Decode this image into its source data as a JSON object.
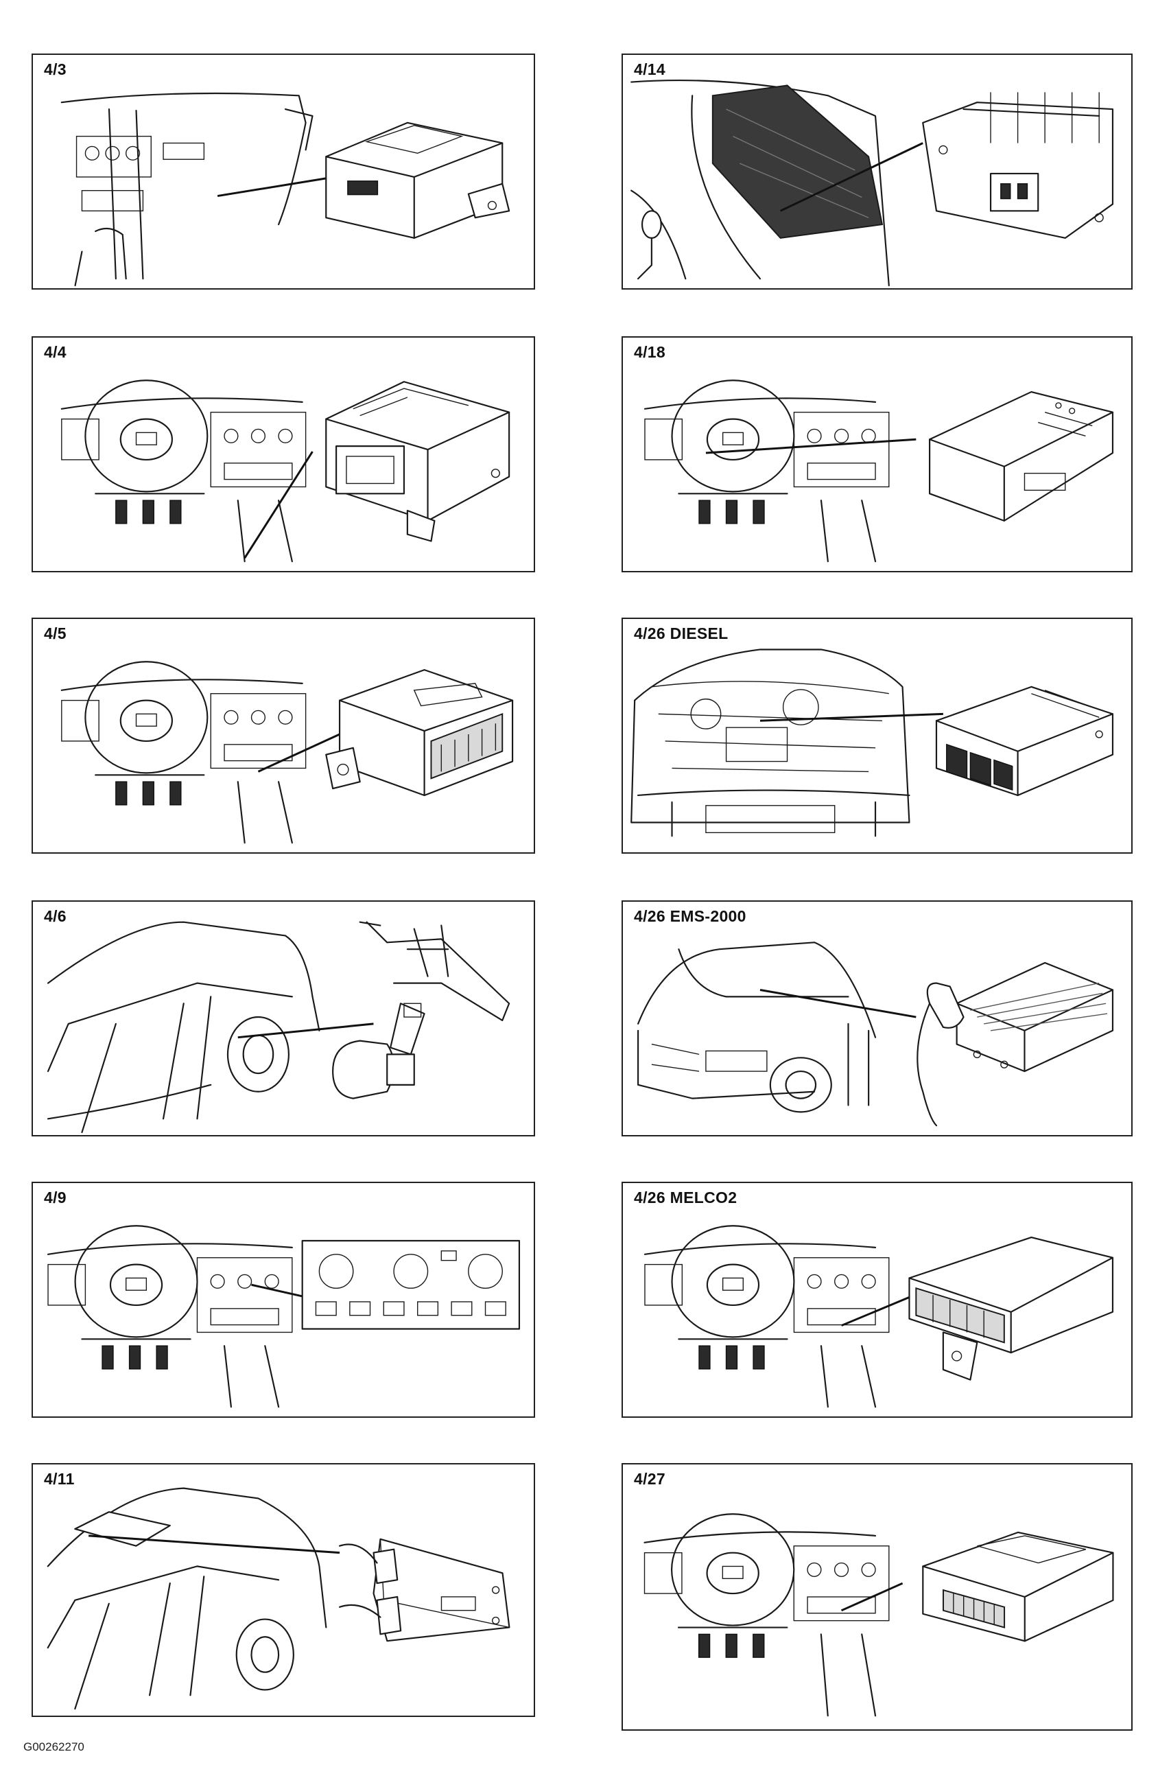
{
  "panels": [
    {
      "label": "4/3",
      "scene": "dash-glovebox",
      "module": "box-flat"
    },
    {
      "label": "4/14",
      "scene": "dash-dark-fuse",
      "module": "relay-finned"
    },
    {
      "label": "4/4",
      "scene": "dash-cluster",
      "module": "box-slotted"
    },
    {
      "label": "4/18",
      "scene": "dash-cluster",
      "module": "ecu-slim"
    },
    {
      "label": "4/5",
      "scene": "dash-cluster",
      "module": "box-volvo-connector"
    },
    {
      "label": "4/26 DIESEL",
      "scene": "engine-bay",
      "module": "ecu-diesel"
    },
    {
      "label": "4/6",
      "scene": "car-side-rear",
      "module": "level-sensor"
    },
    {
      "label": "4/26 EMS-2000",
      "scene": "car-front",
      "module": "ecu-cable"
    },
    {
      "label": "4/9",
      "scene": "dash-cluster",
      "module": "climate-panel"
    },
    {
      "label": "4/26 MELCO2",
      "scene": "dash-cluster",
      "module": "ecu-bracket"
    },
    {
      "label": "4/11",
      "scene": "car-roof",
      "module": "sunroof-module"
    },
    {
      "label": "4/27",
      "scene": "dash-cluster",
      "module": "box-connector-side"
    }
  ],
  "footer": {
    "drawing_id": "G00262270"
  }
}
